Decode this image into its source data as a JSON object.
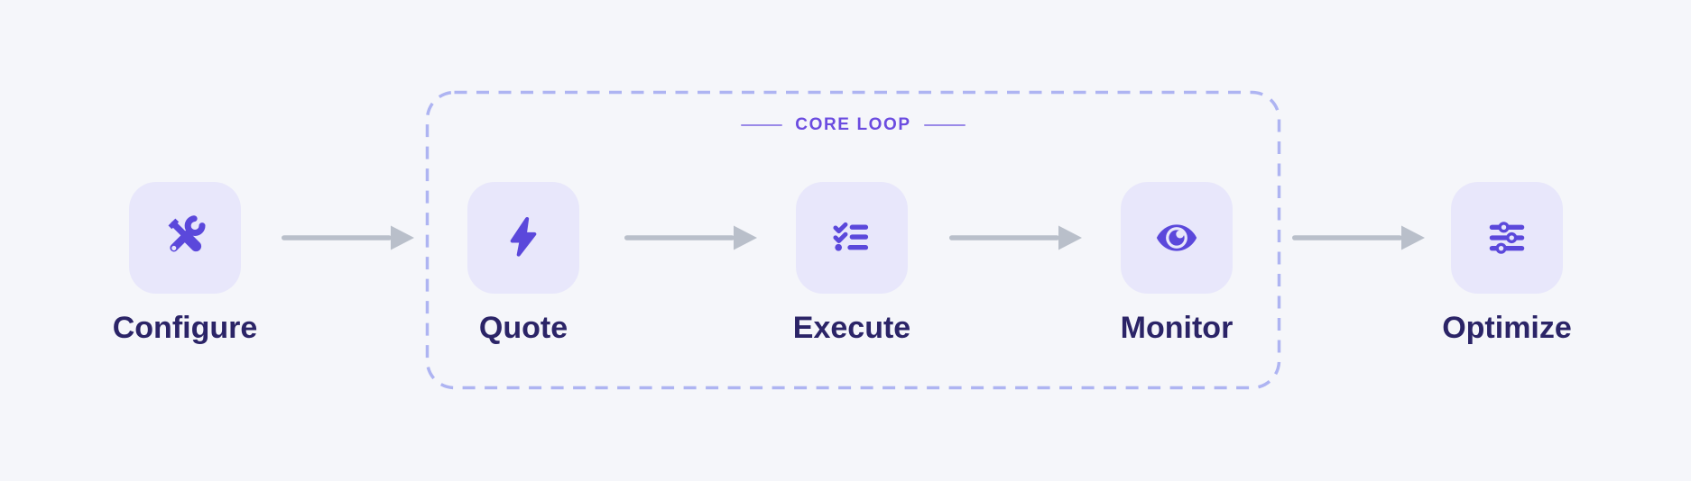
{
  "colors": {
    "background": "#f5f6fa",
    "tile_bg": "#e8e7fb",
    "icon": "#5b48db",
    "label": "#2b2467",
    "arrow": "#b9bfca",
    "loop_border": "#aeb4f2",
    "core_loop_text": "#6b4ce0",
    "core_loop_line": "#9a8ae8"
  },
  "core_loop": {
    "label": "CORE LOOP"
  },
  "steps": [
    {
      "label": "Configure",
      "icon": "wrench-screwdriver-icon"
    },
    {
      "label": "Quote",
      "icon": "lightning-bolt-icon"
    },
    {
      "label": "Execute",
      "icon": "checklist-icon"
    },
    {
      "label": "Monitor",
      "icon": "eye-icon"
    },
    {
      "label": "Optimize",
      "icon": "sliders-icon"
    }
  ],
  "arrows": {
    "count": 4,
    "direction": "right"
  }
}
